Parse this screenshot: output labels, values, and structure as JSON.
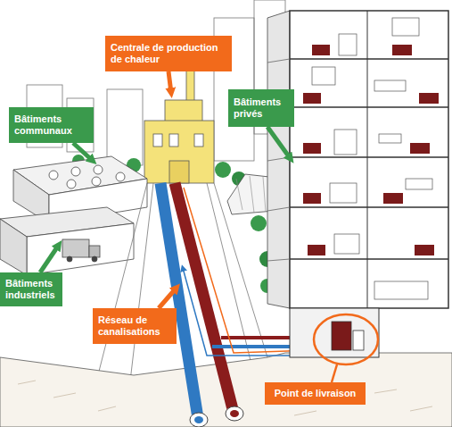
{
  "diagram": {
    "nodes": [
      {
        "text": [
          "Centrale de production de chaleur"
        ]
      },
      {
        "text": [
          "Bâtiments privés"
        ]
      },
      {
        "text": [
          "Bâtiments communaux"
        ]
      },
      {
        "text": [
          "Bâtiments industriels"
        ]
      },
      {
        "text": [
          "Réseau de canalisations"
        ]
      },
      {
        "text": [
          "Point de livraison"
        ]
      }
    ]
  }
}
